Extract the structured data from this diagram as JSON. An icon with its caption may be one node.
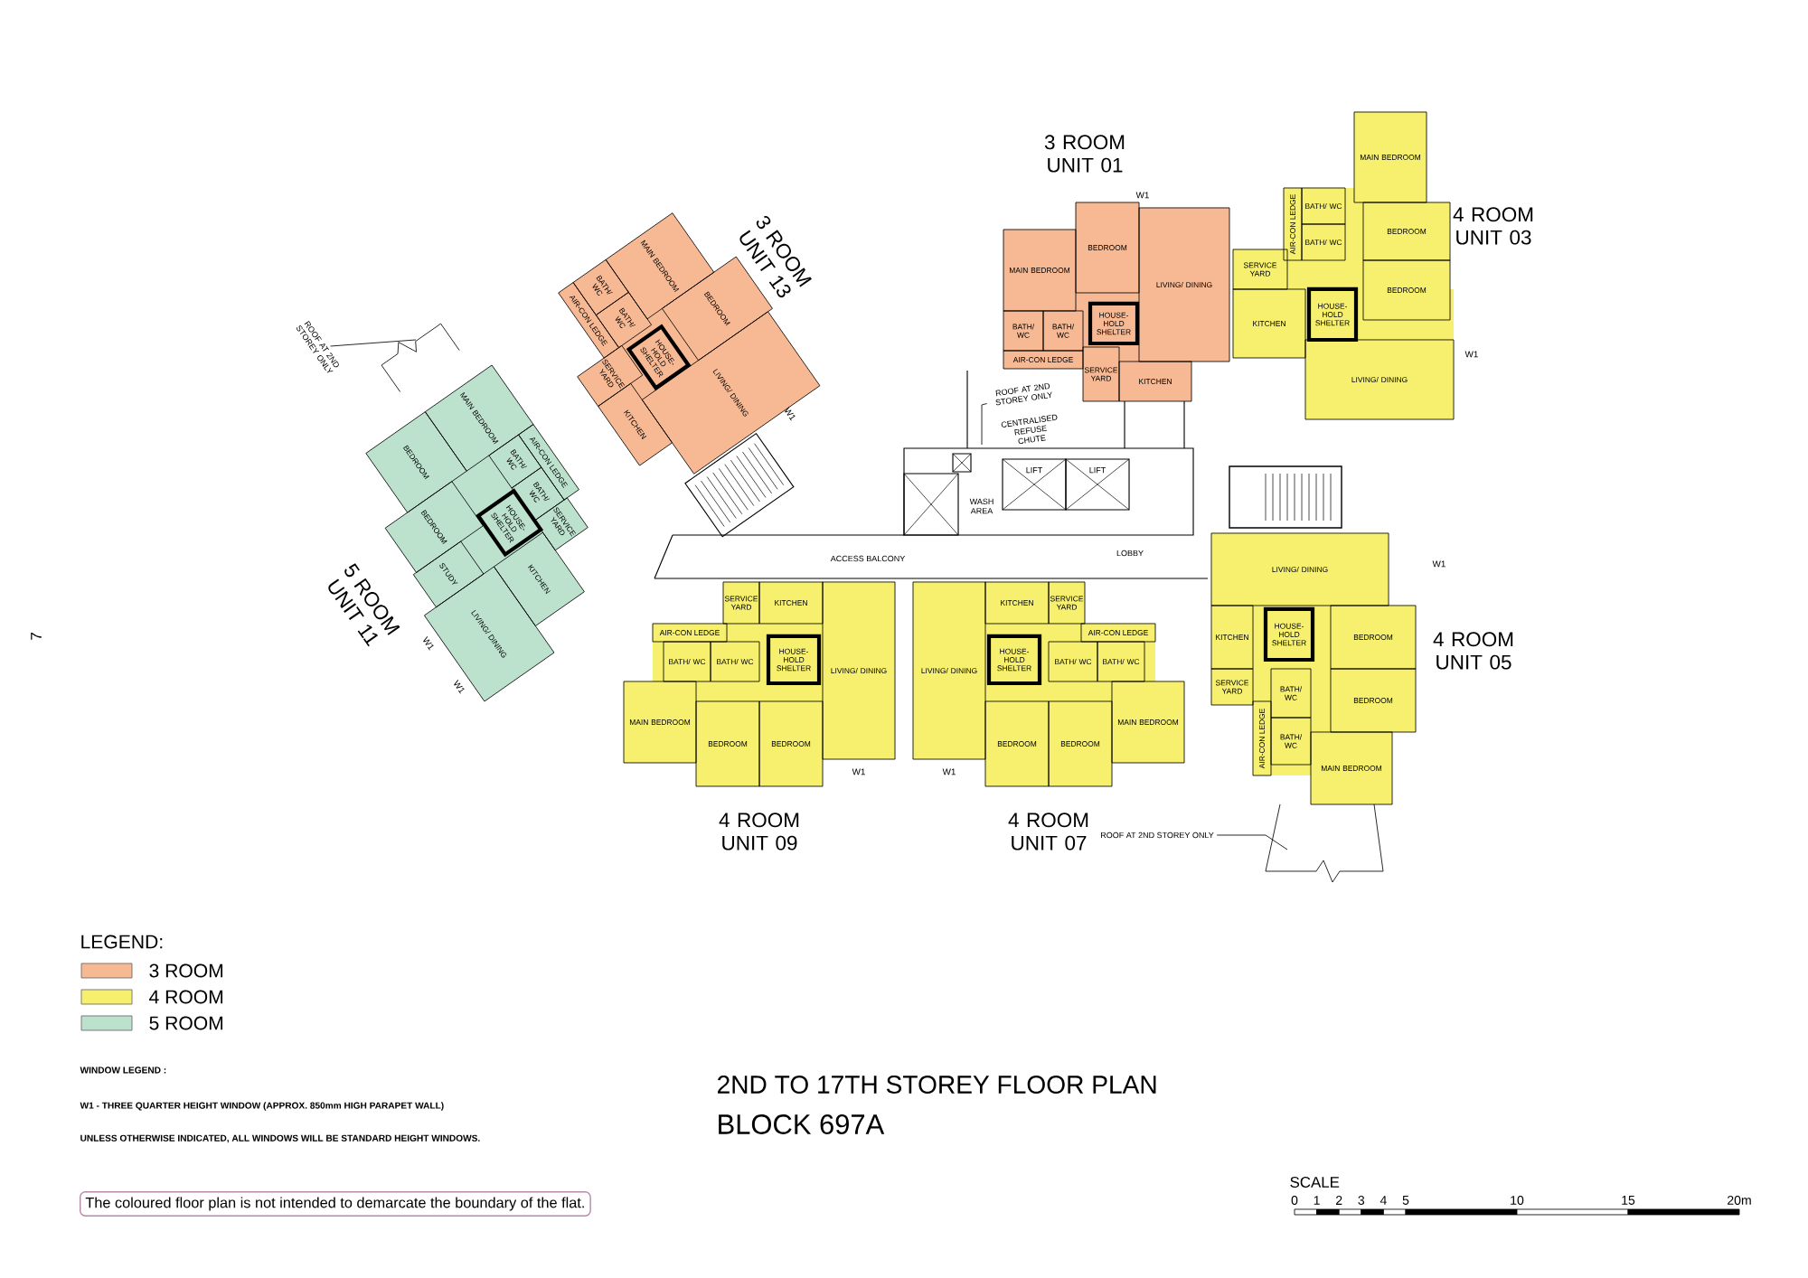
{
  "diagram": {
    "title": "2ND TO 17TH STOREY FLOOR PLAN",
    "nodes": [
      {
        "text": [
          "3 ROOM UNIT 01"
        ]
      },
      {
        "text": [
          "MAIN BEDROOM"
        ],
        "in": 0
      },
      {
        "text": [
          "BEDROOM"
        ],
        "in": 0
      },
      {
        "text": [
          "LIVING/ DINING"
        ],
        "in": 0
      },
      {
        "text": [
          "BATH/ WC"
        ],
        "in": 0
      },
      {
        "text": [
          "BATH/ WC"
        ],
        "in": 0
      },
      {
        "text": [
          "HOUSE- HOLD SHELTER"
        ],
        "in": 0
      },
      {
        "text": [
          "AIR-CON LEDGE"
        ],
        "in": 0
      },
      {
        "text": [
          "SERVICE YARD"
        ],
        "in": 0
      },
      {
        "text": [
          "KITCHEN"
        ],
        "in": 0
      },
      {
        "text": [
          "4 ROOM UNIT 03"
        ]
      },
      {
        "text": [
          "MAIN BEDROOM"
        ],
        "in": 10
      },
      {
        "text": [
          "AIR-CON LEDGE"
        ],
        "in": 10
      },
      {
        "text": [
          "BATH/ WC"
        ],
        "in": 10
      },
      {
        "text": [
          "BATH/ WC"
        ],
        "in": 10
      },
      {
        "text": [
          "BEDROOM"
        ],
        "in": 10
      },
      {
        "text": [
          "BEDROOM"
        ],
        "in": 10
      },
      {
        "text": [
          "SERVICE YARD"
        ],
        "in": 10
      },
      {
        "text": [
          "KITCHEN"
        ],
        "in": 10
      },
      {
        "text": [
          "HOUSE- HOLD SHELTER"
        ],
        "in": 10
      },
      {
        "text": [
          "LIVING/ DINING"
        ],
        "in": 10
      },
      {
        "text": [
          "3 ROOM UNIT 13"
        ]
      },
      {
        "text": [
          "MAIN BEDROOM"
        ],
        "in": 21
      },
      {
        "text": [
          "BEDROOM"
        ],
        "in": 21
      },
      {
        "text": [
          "LIVING/ DINING"
        ],
        "in": 21
      },
      {
        "text": [
          "BATH/ WC"
        ],
        "in": 21
      },
      {
        "text": [
          "BATH/ WC"
        ],
        "in": 21
      },
      {
        "text": [
          "HOUSE- HOLD SHELTER"
        ],
        "in": 21
      },
      {
        "text": [
          "AIR-CON LEDGE"
        ],
        "in": 21
      },
      {
        "text": [
          "SERVICE YARD"
        ],
        "in": 21
      },
      {
        "text": [
          "KITCHEN"
        ],
        "in": 21
      },
      {
        "text": [
          "5 ROOM UNIT 11"
        ]
      },
      {
        "text": [
          "MAIN BEDROOM"
        ],
        "in": 31
      },
      {
        "text": [
          "AIR-CON LEDGE"
        ],
        "in": 31
      },
      {
        "text": [
          "BATH/ WC"
        ],
        "in": 31
      },
      {
        "text": [
          "BATH/ WC"
        ],
        "in": 31
      },
      {
        "text": [
          "SERVICE YARD"
        ],
        "in": 31
      },
      {
        "text": [
          "BEDROOM"
        ],
        "in": 31
      },
      {
        "text": [
          "HOUSE- HOLD SHELTER"
        ],
        "in": 31
      },
      {
        "text": [
          "KITCHEN"
        ],
        "in": 31
      },
      {
        "text": [
          "BEDROOM"
        ],
        "in": 31
      },
      {
        "text": [
          "STUDY"
        ],
        "in": 31
      },
      {
        "text": [
          "LIVING/ DINING"
        ],
        "in": 31
      },
      {
        "text": [
          "ROOF AT 2ND STOREY ONLY"
        ]
      },
      {
        "text": [
          "ROOF AT 2ND STOREY ONLY"
        ]
      },
      {
        "text": [
          "LIFT"
        ]
      },
      {
        "text": [
          "LIFT"
        ]
      },
      {
        "text": [
          "4 ROOM UNIT 09"
        ]
      },
      {
        "text": [
          "SERVICE YARD"
        ],
        "in": 47
      },
      {
        "text": [
          "KITCHEN"
        ],
        "in": 47
      },
      {
        "text": [
          "AIR-CON LEDGE"
        ],
        "in": 47
      },
      {
        "text": [
          "BATH/ WC"
        ],
        "in": 47
      },
      {
        "text": [
          "BATH/ WC"
        ],
        "in": 47
      },
      {
        "text": [
          "HOUSE- HOLD SHELTER"
        ],
        "in": 47
      },
      {
        "text": [
          "MAIN BEDROOM"
        ],
        "in": 47
      },
      {
        "text": [
          "BEDROOM"
        ],
        "in": 47
      },
      {
        "text": [
          "BEDROOM"
        ],
        "in": 47
      },
      {
        "text": [
          "LIVING/ DINING"
        ],
        "in": 47
      },
      {
        "text": [
          "4 ROOM UNIT 07"
        ]
      },
      {
        "text": [
          "SERVICE YARD"
        ],
        "in": 58
      },
      {
        "text": [
          "KITCHEN"
        ],
        "in": 58
      },
      {
        "text": [
          "AIR-CON LEDGE"
        ],
        "in": 58
      },
      {
        "text": [
          "BATH/ WC"
        ],
        "in": 58
      },
      {
        "text": [
          "BATH/ WC"
        ],
        "in": 58
      },
      {
        "text": [
          "HOUSE- HOLD SHELTER"
        ],
        "in": 58
      },
      {
        "text": [
          "MAIN BEDROOM"
        ],
        "in": 58
      },
      {
        "text": [
          "BEDROOM"
        ],
        "in": 58
      },
      {
        "text": [
          "BEDROOM"
        ],
        "in": 58
      },
      {
        "text": [
          "LIVING/ DINING"
        ],
        "in": 58
      },
      {
        "text": [
          "4 ROOM UNIT 05"
        ]
      },
      {
        "text": [
          "SERVICE YARD"
        ],
        "in": 69
      },
      {
        "text": [
          "KITCHEN"
        ],
        "in": 69
      },
      {
        "text": [
          "AIR-CON LEDGE"
        ],
        "in": 69
      },
      {
        "text": [
          "BATH/ WC"
        ],
        "in": 69
      },
      {
        "text": [
          "BATH/ WC"
        ],
        "in": 69
      },
      {
        "text": [
          "HOUSE- HOLD SHELTER"
        ],
        "in": 69
      },
      {
        "text": [
          "MAIN BEDROOM"
        ],
        "in": 69
      },
      {
        "text": [
          "BEDROOM"
        ],
        "in": 69
      },
      {
        "text": [
          "BEDROOM"
        ],
        "in": 69
      },
      {
        "text": [
          "LIVING/ DINING"
        ],
        "in": 69
      },
      {
        "text": [
          "ROOF AT 2ND STOREY ONLY"
        ]
      },
      {
        "text": [
          "The coloured floor plan is not intended to demarcate the boundary of the flat."
        ]
      }
    ],
    "edges": [
      {
        "from": 43,
        "to": null,
        "arrow": "none"
      },
      {
        "from": 44,
        "to": null,
        "arrow": "none"
      },
      {
        "from": 80,
        "to": null,
        "arrow": "none"
      }
    ],
    "labels": [
      "W1",
      "W1",
      "W1",
      "CENTRALISED REFUSE CHUTE",
      "WASH AREA",
      "LOBBY",
      "ACCESS BALCONY",
      "W1",
      "7",
      "W1",
      "W1",
      "W1",
      "W1",
      "LEGEND:",
      "WINDOW LEGEND :",
      "W1  -  THREE QUARTER HEIGHT WINDOW (APPROX. 850mm HIGH PARAPET WALL)",
      "UNLESS OTHERWISE INDICATED, ALL WINDOWS WILL BE STANDARD HEIGHT WINDOWS.",
      "BLOCK 697A",
      "SCALE",
      "0",
      "1",
      "2",
      "3",
      "4",
      "5",
      "10",
      "15",
      "20m"
    ],
    "legend": [
      {
        "text": "3 ROOM",
        "color": "#f7b994"
      },
      {
        "text": "4 ROOM",
        "color": "#f6f06e"
      },
      {
        "text": "5 ROOM",
        "color": "#bce2ce"
      }
    ]
  }
}
